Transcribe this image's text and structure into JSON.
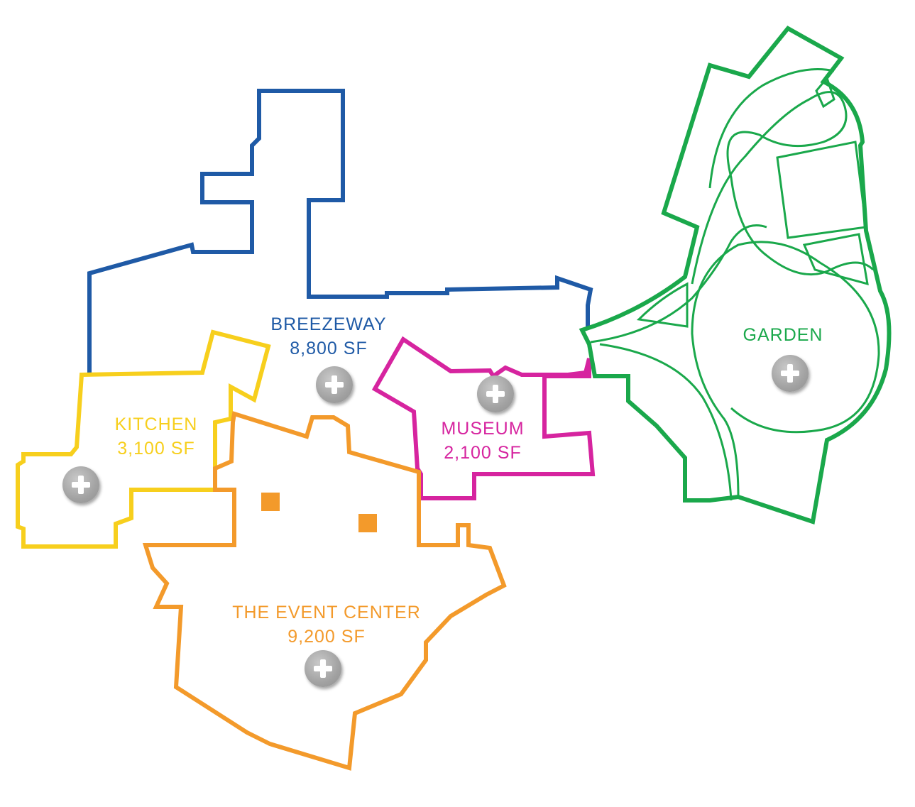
{
  "zones": {
    "breezeway": {
      "name": "BREEZEWAY",
      "area": "8,800 SF",
      "color": "#1f5aa6"
    },
    "kitchen": {
      "name": "KITCHEN",
      "area": "3,100 SF",
      "color": "#f7cf1d"
    },
    "museum": {
      "name": "MUSEUM",
      "area": "2,100 SF",
      "color": "#d6249f"
    },
    "garden": {
      "name": "GARDEN",
      "area": "",
      "color": "#1aa84b"
    },
    "event": {
      "name": "THE EVENT CENTER",
      "area": "9,200 SF",
      "color": "#f39a2b"
    }
  },
  "icons": {
    "expand": "plus-circle-icon"
  }
}
